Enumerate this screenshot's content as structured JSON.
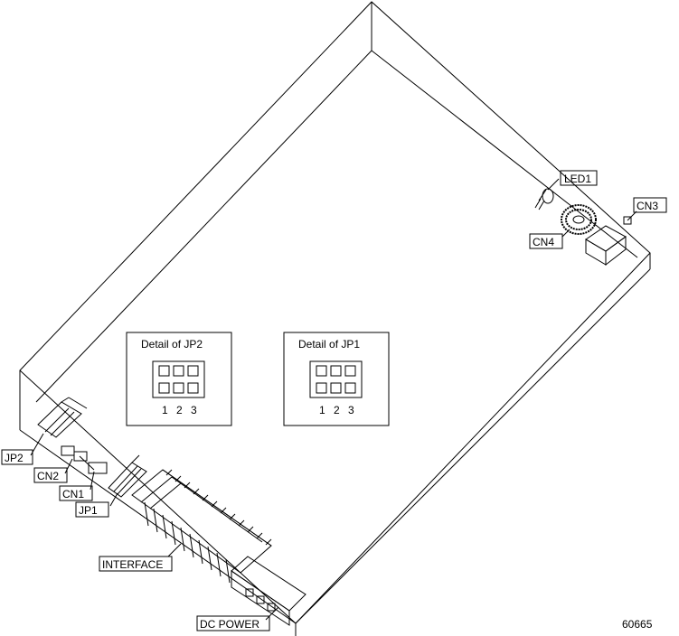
{
  "labels": {
    "led1": "LED1",
    "cn3": "CN3",
    "cn4": "CN4",
    "jp2": "JP2",
    "cn2": "CN2",
    "cn1": "CN1",
    "jp1": "JP1",
    "interface": "INTERFACE",
    "dc_power": "DC POWER"
  },
  "details": [
    {
      "title": "Detail of JP2",
      "pins": [
        "1",
        "2",
        "3"
      ]
    },
    {
      "title": "Detail of JP1",
      "pins": [
        "1",
        "2",
        "3"
      ]
    }
  ],
  "figure_number": "60665"
}
